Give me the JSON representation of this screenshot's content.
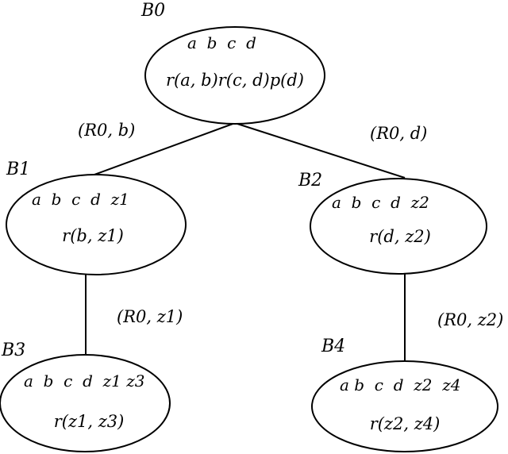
{
  "nodes": {
    "b0": {
      "name": "B0",
      "variables": "a  b  c  d",
      "atoms": "r(a, b)r(c, d)p(d)"
    },
    "b1": {
      "name": "B1",
      "variables": "a  b  c  d  z1",
      "atoms": "r(b, z1)"
    },
    "b2": {
      "name": "B2",
      "variables": "a  b  c  d  z2",
      "atoms": "r(d, z2)"
    },
    "b3": {
      "name": "B3",
      "variables": "a  b  c  d  z1 z3",
      "atoms": "r(z1, z3)"
    },
    "b4": {
      "name": "B4",
      "variables": "a b  c  d  z2  z4",
      "atoms": "r(z2, z4)"
    }
  },
  "edges": {
    "e01": {
      "label": "(R0, b)"
    },
    "e02": {
      "label": "(R0, d)"
    },
    "e13": {
      "label": "(R0, z1)"
    },
    "e24": {
      "label": "(R0, z2)"
    }
  }
}
